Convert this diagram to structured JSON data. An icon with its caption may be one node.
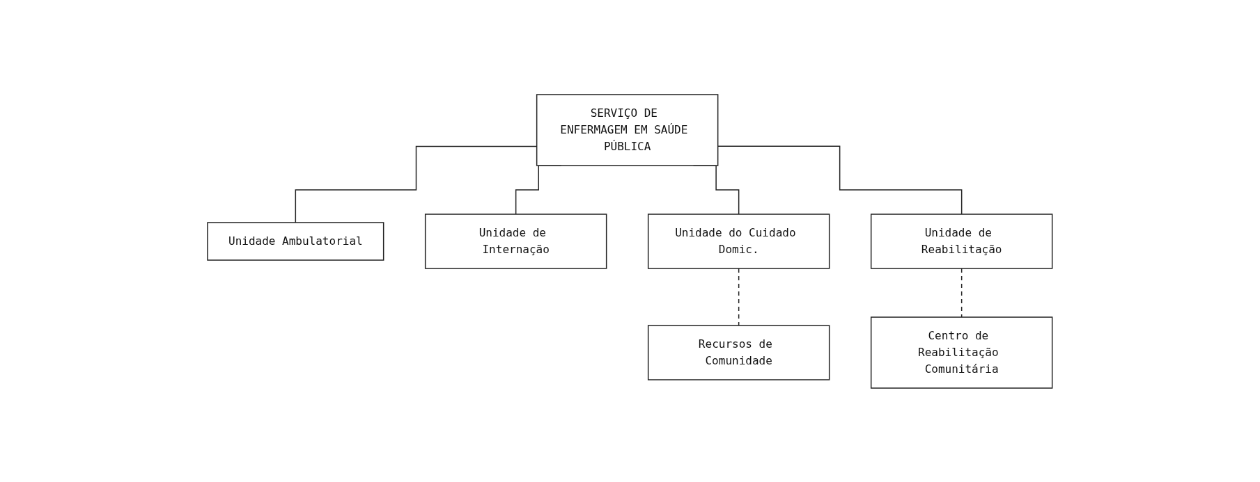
{
  "diagram": {
    "nodes": [
      {
        "text": [
          "SERVIÇO DE ENFERMAGEM EM SAÚDE PÚBLICA"
        ]
      },
      {
        "text": [
          "Unidade Ambulatorial"
        ]
      },
      {
        "text": [
          "Unidade de Internação"
        ]
      },
      {
        "text": [
          "Unidade do Cuidado Domic."
        ]
      },
      {
        "text": [
          "Unidade de Reabilitação"
        ]
      },
      {
        "text": [
          "Recursos de Comunidade"
        ]
      },
      {
        "text": [
          "Centro de Reabilitação Comunitária"
        ]
      }
    ],
    "edges": [
      {
        "from": 0,
        "to": 1,
        "arrow": "none"
      },
      {
        "from": 0,
        "to": 2,
        "arrow": "none"
      },
      {
        "from": 0,
        "to": 3,
        "arrow": "none"
      },
      {
        "from": 0,
        "to": 4,
        "arrow": "none"
      },
      {
        "from": 3,
        "to": 5,
        "arrow": "none",
        "style": "dashed"
      },
      {
        "from": 4,
        "to": 6,
        "arrow": "none",
        "style": "dashed"
      }
    ]
  }
}
